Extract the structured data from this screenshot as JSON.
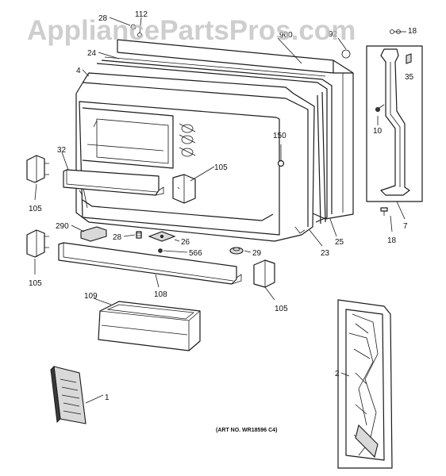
{
  "watermark": "AppliancePartsPros.com",
  "art_number": "(ART NO. WR18596 C4)",
  "labels": {
    "p28_top": "28",
    "p112": "112",
    "p900": "900",
    "p92": "92",
    "p18_top": "18",
    "p24": "24",
    "p35": "35",
    "p4": "4",
    "p10": "10",
    "p150": "150",
    "p32": "32",
    "p105_right": "105",
    "p105_left_top": "105",
    "p290": "290",
    "p28_mid": "28",
    "p26": "26",
    "p566": "566",
    "p29": "29",
    "p25": "25",
    "p23": "23",
    "p18_bottom": "18",
    "p7": "7",
    "p105_left_bottom": "105",
    "p108": "108",
    "p105_bottom_right": "105",
    "p109": "109",
    "p1": "1",
    "p2": "2"
  },
  "colors": {
    "line": "#1a1a1a",
    "watermark": "#bdbdbd",
    "panel_shade": "#d9d9d9"
  }
}
